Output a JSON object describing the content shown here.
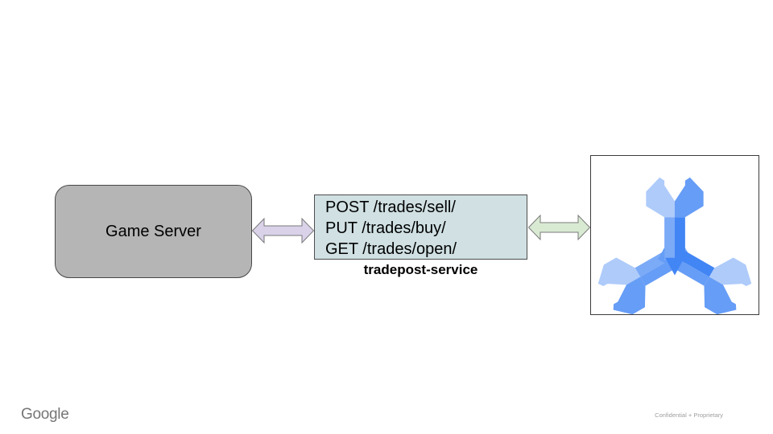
{
  "slide": {
    "background_color": "#ffffff",
    "footer": {
      "logo_text": "Google",
      "confidential_label": "Confidential + Proprietary"
    }
  },
  "diagram": {
    "game_server_box": {
      "label": "Game Server",
      "fill": "#b5b5b5"
    },
    "service_box": {
      "endpoint_lines": [
        "POST /trades/sell/",
        "PUT /trades/buy/",
        "GET /trades/open/"
      ],
      "fill": "#d0e0e3"
    },
    "service_label": "tradepost-service",
    "left_arrow": {
      "type": "double-headed",
      "fill": "#d9d2e9"
    },
    "right_arrow": {
      "type": "double-headed",
      "fill": "#d9ead3"
    },
    "database_icon": {
      "name": "cloud-spanner",
      "colors": {
        "light": "#aecbfa",
        "mid": "#7baaf7",
        "medium": "#669df6",
        "dark": "#4285f4"
      }
    }
  }
}
